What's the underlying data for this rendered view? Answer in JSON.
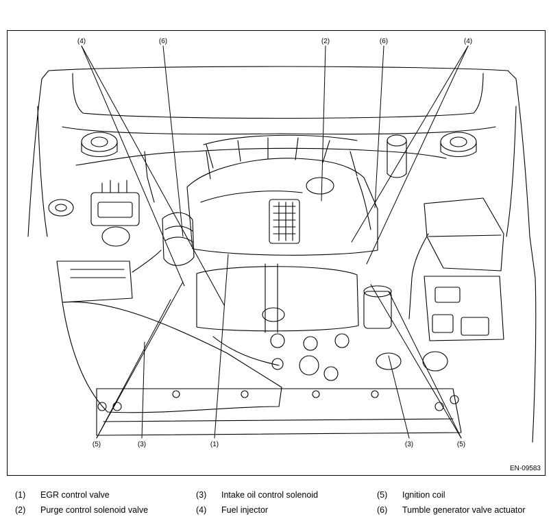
{
  "figure": {
    "id_label": "EN-09583",
    "callouts": [
      {
        "ref": "(4)"
      },
      {
        "ref": "(6)"
      },
      {
        "ref": "(2)"
      },
      {
        "ref": "(6)"
      },
      {
        "ref": "(4)"
      },
      {
        "ref": "(5)"
      },
      {
        "ref": "(3)"
      },
      {
        "ref": "(1)"
      },
      {
        "ref": "(3)"
      },
      {
        "ref": "(5)"
      }
    ]
  },
  "legend": [
    {
      "num": "(1)",
      "text": "EGR control valve"
    },
    {
      "num": "(2)",
      "text": "Purge control solenoid valve"
    },
    {
      "num": "(3)",
      "text": "Intake oil control solenoid"
    },
    {
      "num": "(4)",
      "text": "Fuel injector"
    },
    {
      "num": "(5)",
      "text": "Ignition coil"
    },
    {
      "num": "(6)",
      "text": "Tumble generator valve actuator"
    }
  ]
}
